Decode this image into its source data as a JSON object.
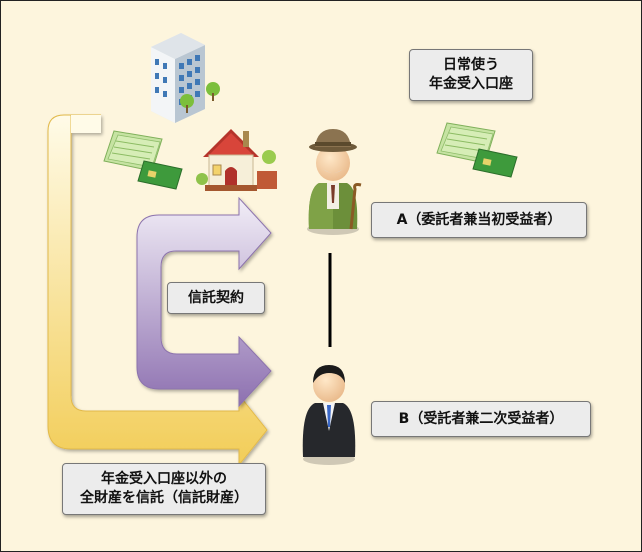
{
  "labels": {
    "account": "日常使う\n年金受入口座",
    "person_a": "A（委託者兼当初受益者）",
    "trust_contract": "信託契約",
    "person_b": "B（受託者兼二次受益者）",
    "trust_property": "年金受入口座以外の\n全財産を信託（信託財産）"
  },
  "icons": [
    "office-building-icon",
    "house-icon",
    "money-card-icon",
    "elderly-man-icon",
    "businessman-icon"
  ],
  "colors": {
    "background": "#fdf5dd",
    "yellow_arrow": "#f3d36c",
    "purple_arrow": "#a98ec2",
    "box_fill": "#ececec"
  }
}
